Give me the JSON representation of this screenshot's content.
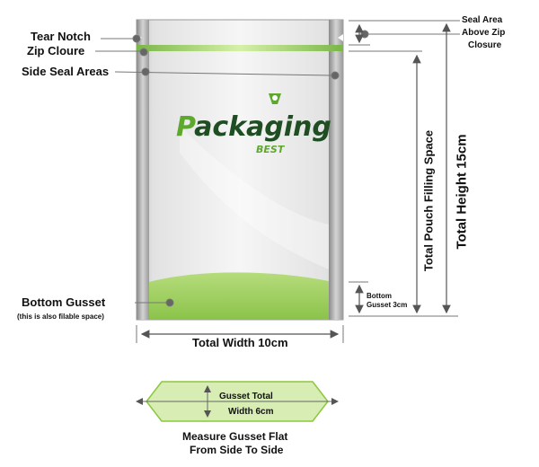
{
  "labels": {
    "tear_notch": "Tear Notch",
    "zip_closure": "Zip Cloure",
    "side_seal_areas": "Side Seal Areas",
    "bottom_gusset": "Bottom Gusset",
    "bottom_gusset_note": "(this is also filable space)",
    "seal_area_above_zip_line1": "Seal Area",
    "seal_area_above_zip_line2": "Above Zip",
    "seal_area_above_zip_line3": "Closure",
    "total_pouch_filling_space": "Total Pouch Filling Space",
    "total_height": "Total Height 15cm",
    "bottom_gusset_dim_line1": "Bottom",
    "bottom_gusset_dim_line2": "Gusset 3cm",
    "total_width": "Total Width 10cm",
    "gusset_total_line1": "Gusset Total",
    "gusset_total_line2": "Width 6cm",
    "measure_gusset_line1": "Measure Gusset Flat",
    "measure_gusset_line2": "From Side To Side"
  },
  "logo": {
    "word": "Packaging",
    "sub": "BEST"
  },
  "colors": {
    "accent_green": "#8dc63f",
    "logo_green": "#5fa82e",
    "logo_dark": "#1f4e22",
    "gusset_fill": "#d7edb4",
    "line_grey": "#777777"
  }
}
